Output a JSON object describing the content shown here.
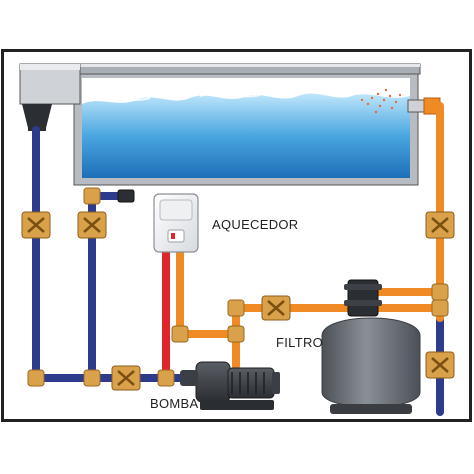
{
  "labels": {
    "heater": "AQUECEDOR",
    "filter": "FILTRO",
    "pump": "BOMBA"
  },
  "colors": {
    "cold_pipe": "#2e3a8c",
    "warm_pipe": "#f08a24",
    "hot_pipe": "#e0262b",
    "fitting": "#d9a24a",
    "water": "#4aa6e0",
    "tank_gray": "#c9cdd2",
    "filter_body": "#6b7178",
    "frame": "#222222"
  },
  "icons": [
    "valve-icon",
    "pump-icon",
    "filter-icon",
    "heater-icon",
    "skimmer-icon"
  ]
}
